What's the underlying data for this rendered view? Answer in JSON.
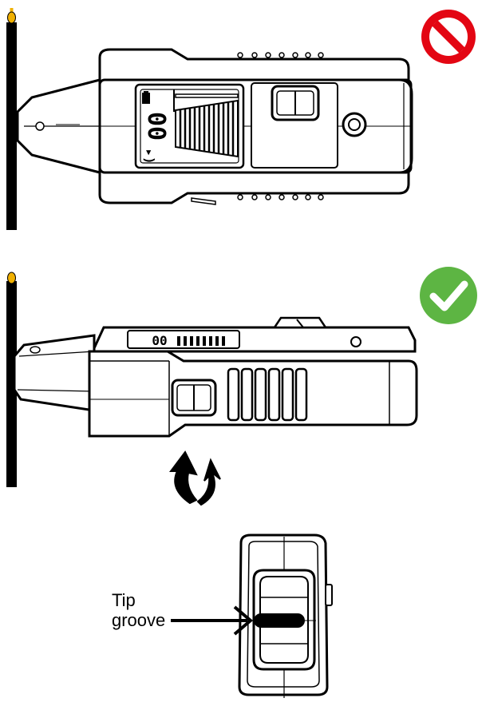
{
  "figure": {
    "label_line1": "Tip",
    "label_line2": "groove",
    "lcd_reading_top": "00",
    "lcd_reading_side": "00"
  },
  "icons": {
    "wrong": "prohibited-icon",
    "right": "checkmark-icon",
    "rotate": "rotate-arrow-icon"
  },
  "colors": {
    "prohibited_red": "#E30613",
    "check_green": "#5DB543",
    "wire": "#000000",
    "wire_tip": "#F0B000",
    "outline": "#000000",
    "body_fill": "#ffffff"
  }
}
